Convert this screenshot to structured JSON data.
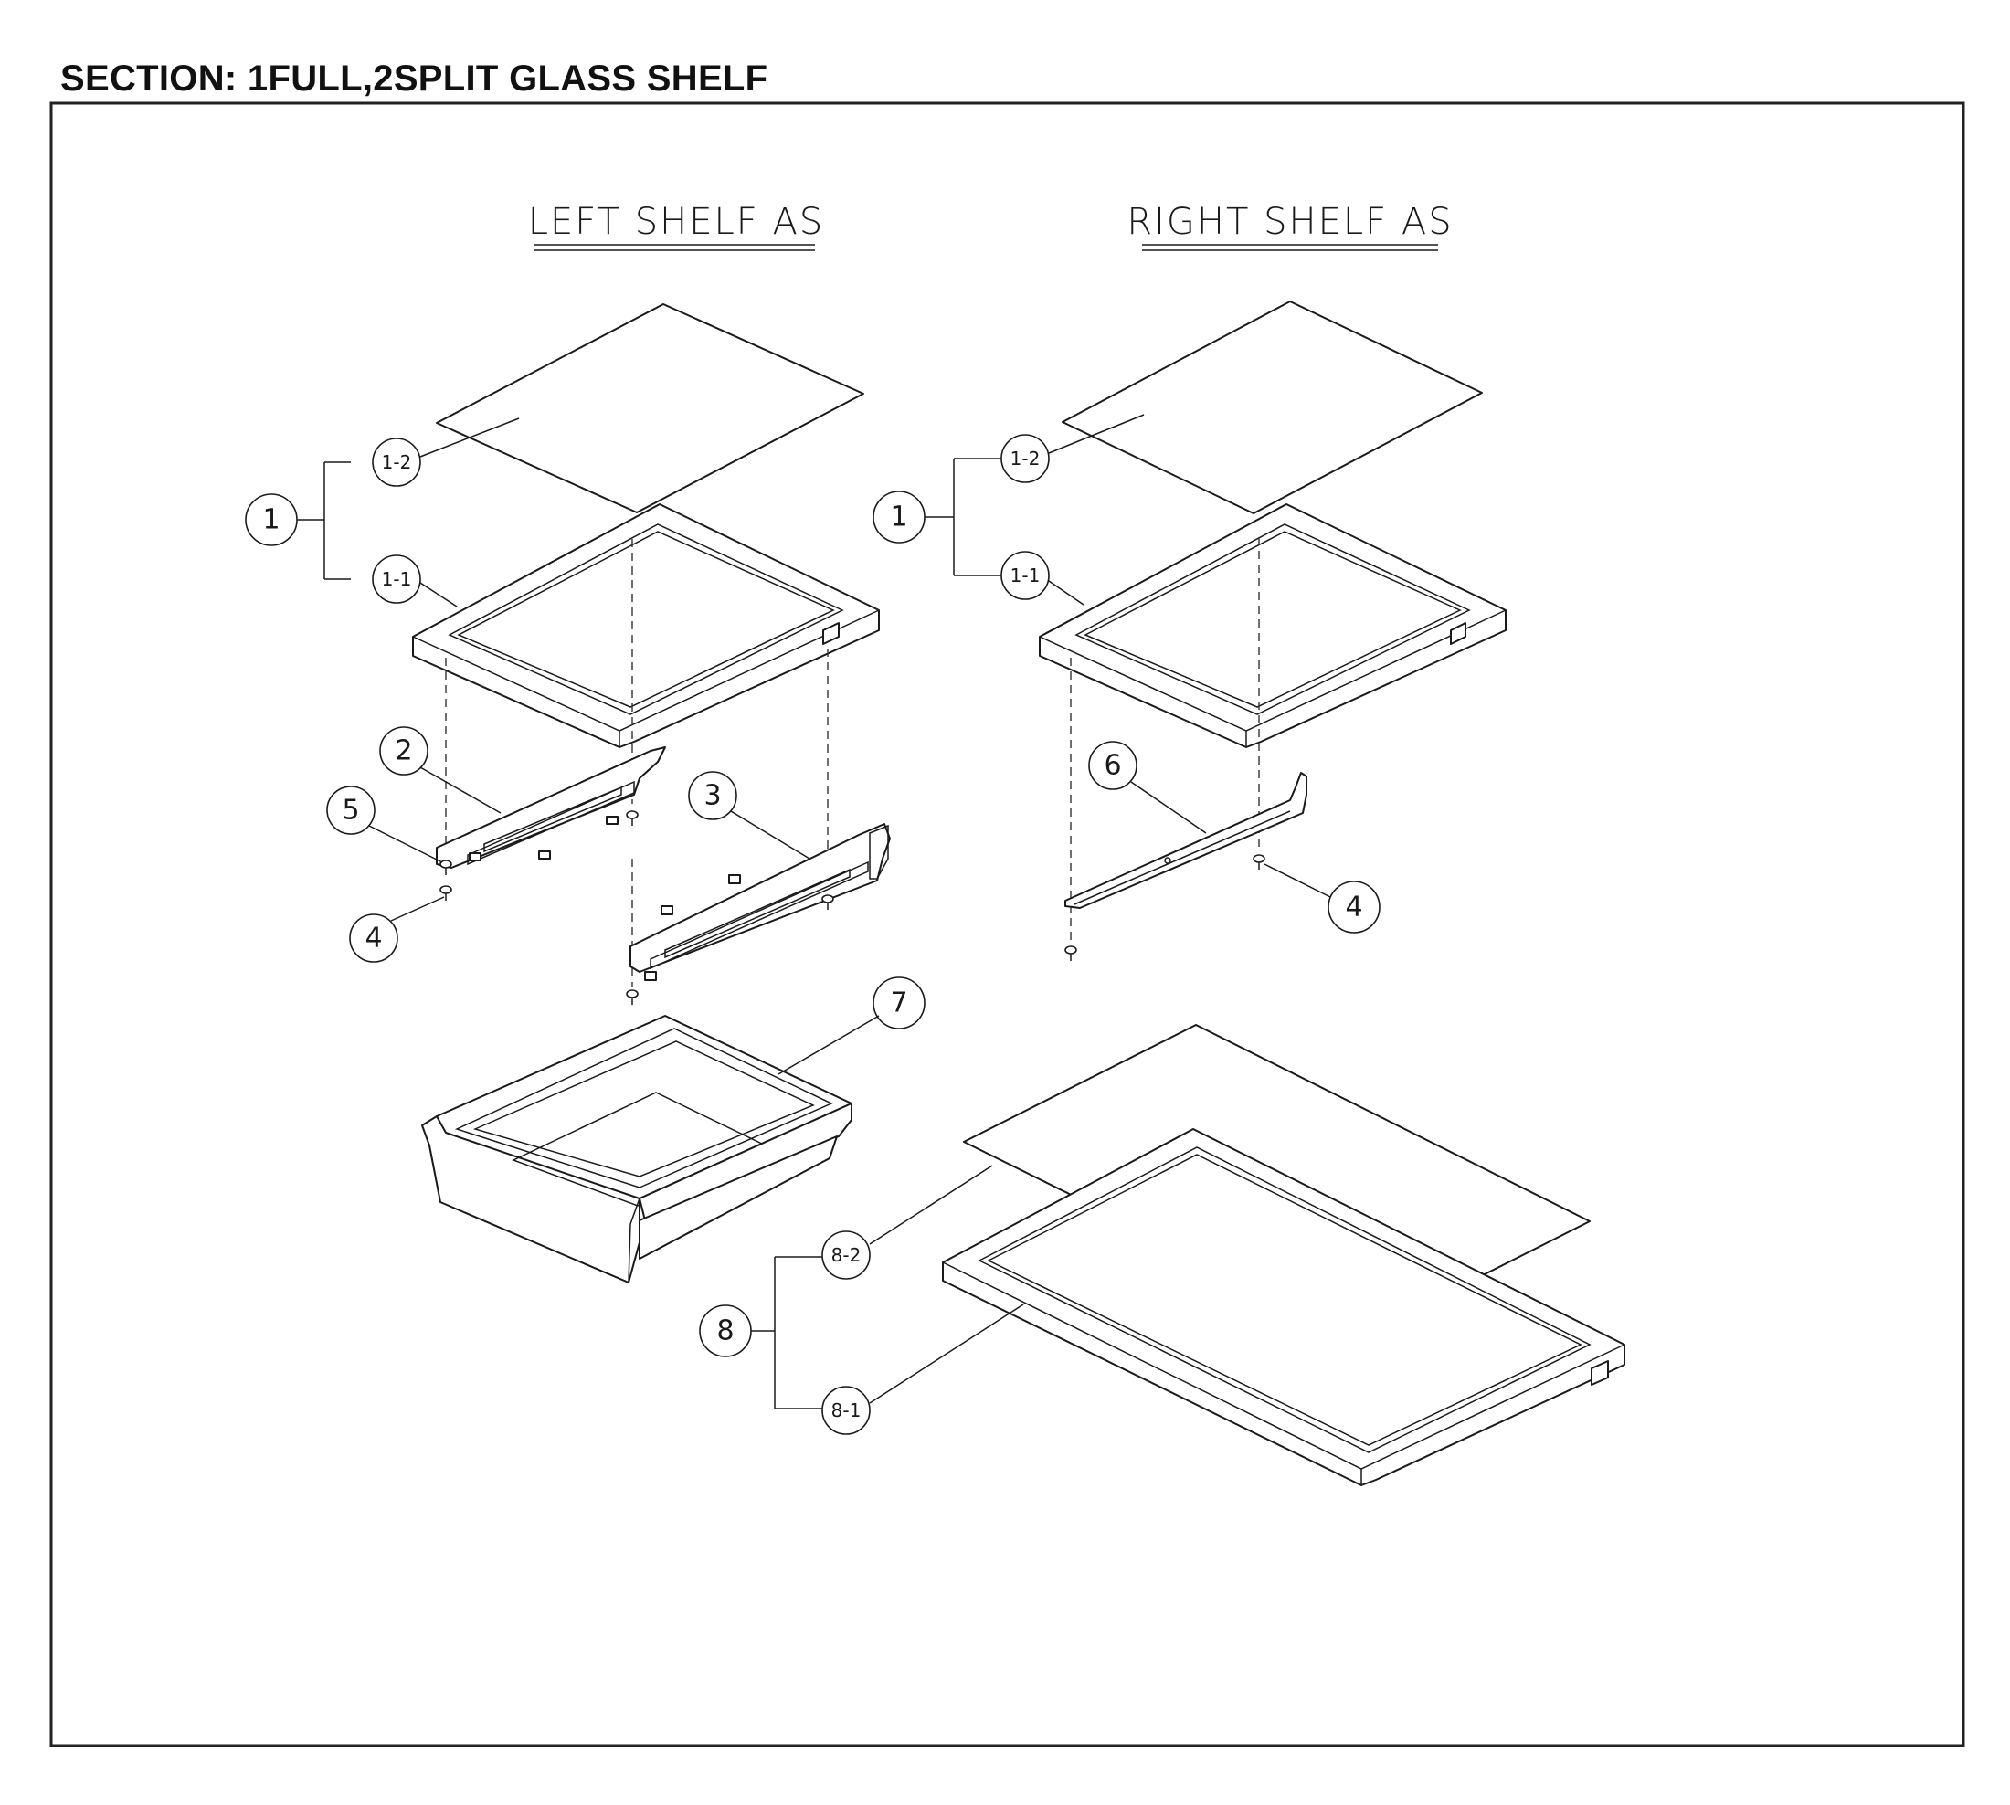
{
  "section_title": "SECTION: 1FULL,2SPLIT GLASS SHELF",
  "headings": {
    "left": "LEFT SHELF AS",
    "right": "RIGHT SHELF AS"
  },
  "callouts": {
    "l_1": "1",
    "l_1_1": "1-1",
    "l_1_2": "1-2",
    "l_2": "2",
    "l_3": "3",
    "l_4a": "4",
    "l_5": "5",
    "r_1": "1",
    "r_1_1": "1-1",
    "r_1_2": "1-2",
    "r_4": "4",
    "r_6": "6",
    "c_7": "7",
    "c_8": "8",
    "c_8_1": "8-1",
    "c_8_2": "8-2"
  }
}
